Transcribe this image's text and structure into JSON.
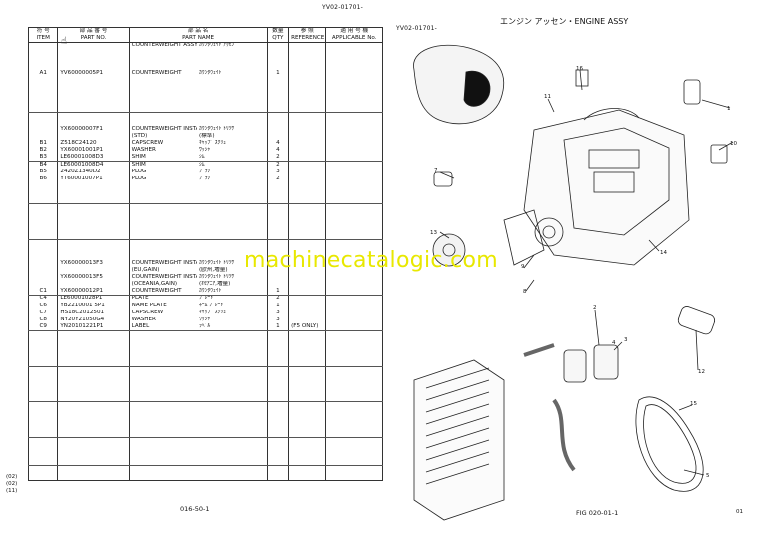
{
  "left_page": {
    "doc_code": "YV02-01701-",
    "headers": [
      {
        "jp": "符 号",
        "en": "ITEM"
      },
      {
        "jp": "部 品 番 号",
        "en": "PART NO."
      },
      {
        "jp": "部 品 名",
        "en": "PART NAME"
      },
      {
        "jp": "数量",
        "en": "QTY"
      },
      {
        "jp": "参 照",
        "en": "REFERENCE"
      },
      {
        "jp": "適 用 号 機",
        "en": "APPLICABLE No."
      }
    ],
    "rows": [
      {
        "item": "",
        "part": "",
        "name": "COUNTERWEIGHT ASSY",
        "jp": "ｶｳﾝﾀｳｪｲﾄ ｱｯｾﾝ",
        "qty": "",
        "ref": "",
        "app": ""
      },
      {
        "item": "",
        "part": "",
        "name": "",
        "jp": "",
        "qty": "",
        "ref": "",
        "app": ""
      },
      {
        "item": "",
        "part": "",
        "name": "",
        "jp": "",
        "qty": "",
        "ref": "",
        "app": ""
      },
      {
        "item": "",
        "part": "",
        "name": "",
        "jp": "",
        "qty": "",
        "ref": "",
        "app": ""
      },
      {
        "item": "A1",
        "part": "YV60000005P1",
        "name": "COUNTERWEIGHT",
        "jp": "ｶｳﾝﾀｳｪｲﾄ",
        "qty": "1",
        "ref": "",
        "app": ""
      },
      {
        "item": "",
        "part": "",
        "name": "",
        "jp": "",
        "qty": "",
        "ref": "",
        "app": ""
      },
      {
        "item": "",
        "part": "",
        "name": "",
        "jp": "",
        "qty": "",
        "ref": "",
        "app": ""
      },
      {
        "item": "",
        "part": "",
        "name": "",
        "jp": "",
        "qty": "",
        "ref": "",
        "app": ""
      },
      {
        "item": "",
        "part": "",
        "name": "",
        "jp": "",
        "qty": "",
        "ref": "",
        "app": ""
      },
      {
        "item": "",
        "part": "",
        "name": "",
        "jp": "",
        "qty": "",
        "ref": "",
        "app": "",
        "sep": true
      },
      {
        "item": "",
        "part": "",
        "name": "",
        "jp": "",
        "qty": "",
        "ref": "",
        "app": ""
      },
      {
        "item": "",
        "part": "",
        "name": "",
        "jp": "",
        "qty": "",
        "ref": "",
        "app": ""
      },
      {
        "item": "",
        "part": "YX60000007F1",
        "name": "COUNTERWEIGHT INSTAL",
        "jp": "ｶｳﾝﾀｳｪｲﾄ ﾄﾘﾂｹ",
        "qty": "",
        "ref": "",
        "app": ""
      },
      {
        "item": "",
        "part": "",
        "name": "(STD)",
        "jp": "(標準)",
        "qty": "",
        "ref": "",
        "app": ""
      },
      {
        "item": "B1",
        "part": "Z518C24120",
        "name": "CAPSCREW",
        "jp": "ｷｬｯﾌﾟ ｽｸﾘｭ",
        "qty": "4",
        "ref": "",
        "app": ""
      },
      {
        "item": "B2",
        "part": "YX60001001P1",
        "name": "WASHER",
        "jp": "ﾜｯｼｬ",
        "qty": "4",
        "ref": "",
        "app": ""
      },
      {
        "item": "B3",
        "part": "LE60001008D3",
        "name": "SHIM",
        "jp": "ｼﾑ",
        "qty": "2",
        "ref": "",
        "app": "",
        "sep": true
      },
      {
        "item": "B4",
        "part": "LE60001008D4",
        "name": "SHIM",
        "jp": "ｼﾑ",
        "qty": "2",
        "ref": "",
        "app": ""
      },
      {
        "item": "B5",
        "part": "2420Z1340D2",
        "name": "PLUG",
        "jp": "ﾌﾟﾗｸﾞ",
        "qty": "3",
        "ref": "",
        "app": ""
      },
      {
        "item": "B6",
        "part": "YT60001007P1",
        "name": "PLUG",
        "jp": "ﾌﾟﾗｸﾞ",
        "qty": "2",
        "ref": "",
        "app": ""
      },
      {
        "item": "",
        "part": "",
        "name": "",
        "jp": "",
        "qty": "",
        "ref": "",
        "app": ""
      },
      {
        "item": "",
        "part": "",
        "name": "",
        "jp": "",
        "qty": "",
        "ref": "",
        "app": ""
      },
      {
        "item": "",
        "part": "",
        "name": "",
        "jp": "",
        "qty": "",
        "ref": "",
        "app": "",
        "sep": true
      },
      {
        "item": "",
        "part": "",
        "name": "",
        "jp": "",
        "qty": "",
        "ref": "",
        "app": ""
      },
      {
        "item": "",
        "part": "",
        "name": "",
        "jp": "",
        "qty": "",
        "ref": "",
        "app": ""
      },
      {
        "item": "",
        "part": "",
        "name": "",
        "jp": "",
        "qty": "",
        "ref": "",
        "app": ""
      },
      {
        "item": "",
        "part": "",
        "name": "",
        "jp": "",
        "qty": "",
        "ref": "",
        "app": ""
      },
      {
        "item": "",
        "part": "",
        "name": "",
        "jp": "",
        "qty": "",
        "ref": "",
        "app": "",
        "sep": true
      },
      {
        "item": "",
        "part": "",
        "name": "",
        "jp": "",
        "qty": "",
        "ref": "",
        "app": ""
      },
      {
        "item": "",
        "part": "",
        "name": "",
        "jp": "",
        "qty": "",
        "ref": "",
        "app": ""
      },
      {
        "item": "",
        "part": "",
        "name": "",
        "jp": "",
        "qty": "",
        "ref": "",
        "app": ""
      },
      {
        "item": "",
        "part": "YX60000013F3",
        "name": "COUNTERWEIGHT INSTAL",
        "jp": "ｶｳﾝﾀｳｪｲﾄ ﾄﾘﾂｹ",
        "qty": "",
        "ref": "",
        "app": ""
      },
      {
        "item": "",
        "part": "",
        "name": "(EU,GAIN)",
        "jp": "(欧州,増量)",
        "qty": "",
        "ref": "",
        "app": ""
      },
      {
        "item": "",
        "part": "YX60000013F5",
        "name": "COUNTERWEIGHT INSTAL",
        "jp": "ｶｳﾝﾀｳｪｲﾄ ﾄﾘﾂｹ",
        "qty": "",
        "ref": "",
        "app": ""
      },
      {
        "item": "",
        "part": "",
        "name": "(OCEANIA,GAIN)",
        "jp": "(ｵｾｱﾆｱ,増量)",
        "qty": "",
        "ref": "",
        "app": ""
      },
      {
        "item": "C1",
        "part": "YX60000012P1",
        "name": "COUNTERWEIGHT",
        "jp": "ｶｳﾝﾀｳｪｲﾄ",
        "qty": "1",
        "ref": "",
        "app": "",
        "sep": true
      },
      {
        "item": "C4",
        "part": "LE60001028P1",
        "name": "PLATE",
        "jp": "ﾌﾟﾚｰﾄ",
        "qty": "2",
        "ref": "",
        "app": ""
      },
      {
        "item": "C6",
        "part": "YB2210001 5P1",
        "name": "NAME PLATE",
        "jp": "ﾈｰﾑ ﾌﾟﾚｰﾄ",
        "qty": "1",
        "ref": "",
        "app": ""
      },
      {
        "item": "C7",
        "part": "HS18C2012501",
        "name": "CAPSCREW",
        "jp": "ｷｬｯﾌﾟ ｽｸﾘｭ",
        "qty": "3",
        "ref": "",
        "app": ""
      },
      {
        "item": "C8",
        "part": "NY20Y21050G4",
        "name": "WASHER",
        "jp": "ﾜｯｼｬ",
        "qty": "3",
        "ref": "",
        "app": ""
      },
      {
        "item": "C9",
        "part": "YN20101221P1",
        "name": "LABEL",
        "jp": "ﾗﾍﾞﾙ",
        "qty": "1",
        "ref": "(F5 ONLY)",
        "app": "",
        "sep": true
      },
      {
        "item": "",
        "part": "",
        "name": "",
        "jp": "",
        "qty": "",
        "ref": "",
        "app": ""
      },
      {
        "item": "",
        "part": "",
        "name": "",
        "jp": "",
        "qty": "",
        "ref": "",
        "app": ""
      },
      {
        "item": "",
        "part": "",
        "name": "",
        "jp": "",
        "qty": "",
        "ref": "",
        "app": ""
      },
      {
        "item": "",
        "part": "",
        "name": "",
        "jp": "",
        "qty": "",
        "ref": "",
        "app": ""
      },
      {
        "item": "",
        "part": "",
        "name": "",
        "jp": "",
        "qty": "",
        "ref": "",
        "app": "",
        "sep": true
      },
      {
        "item": "",
        "part": "",
        "name": "",
        "jp": "",
        "qty": "",
        "ref": "",
        "app": ""
      },
      {
        "item": "",
        "part": "",
        "name": "",
        "jp": "",
        "qty": "",
        "ref": "",
        "app": ""
      },
      {
        "item": "",
        "part": "",
        "name": "",
        "jp": "",
        "qty": "",
        "ref": "",
        "app": ""
      },
      {
        "item": "",
        "part": "",
        "name": "",
        "jp": "",
        "qty": "",
        "ref": "",
        "app": ""
      },
      {
        "item": "",
        "part": "",
        "name": "",
        "jp": "",
        "qty": "",
        "ref": "",
        "app": "",
        "sep": true
      },
      {
        "item": "",
        "part": "",
        "name": "",
        "jp": "",
        "qty": "",
        "ref": "",
        "app": ""
      },
      {
        "item": "",
        "part": "",
        "name": "",
        "jp": "",
        "qty": "",
        "ref": "",
        "app": ""
      },
      {
        "item": "",
        "part": "",
        "name": "",
        "jp": "",
        "qty": "",
        "ref": "",
        "app": ""
      },
      {
        "item": "",
        "part": "",
        "name": "",
        "jp": "",
        "qty": "",
        "ref": "",
        "app": ""
      },
      {
        "item": "",
        "part": "",
        "name": "",
        "jp": "",
        "qty": "",
        "ref": "",
        "app": "",
        "sep": true
      },
      {
        "item": "",
        "part": "",
        "name": "",
        "jp": "",
        "qty": "",
        "ref": "",
        "app": ""
      },
      {
        "item": "",
        "part": "",
        "name": "",
        "jp": "",
        "qty": "",
        "ref": "",
        "app": ""
      },
      {
        "item": "",
        "part": "",
        "name": "",
        "jp": "",
        "qty": "",
        "ref": "",
        "app": ""
      },
      {
        "item": "",
        "part": "",
        "name": "",
        "jp": "",
        "qty": "",
        "ref": "",
        "app": "",
        "sep": true
      },
      {
        "item": "",
        "part": "",
        "name": "",
        "jp": "",
        "qty": "",
        "ref": "",
        "app": ""
      },
      {
        "item": "",
        "part": "",
        "name": "",
        "jp": "",
        "qty": "",
        "ref": "",
        "app": "",
        "end": true
      }
    ],
    "side_ids": [
      "(02)",
      "(02)",
      "(11)"
    ],
    "page_number": "016-50-1"
  },
  "right_page": {
    "title": "エンジン アッセン・ENGINE ASSY",
    "doc_code": "YV02-01701-",
    "callouts": [
      "16",
      "11",
      "1",
      "10",
      "7",
      "13",
      "9",
      "8",
      "14",
      "2",
      "3",
      "12",
      "4",
      "15",
      "5"
    ],
    "fig_label": "FIG 020-01-1",
    "page_number": "01"
  },
  "watermark": "machinecatalogic.com"
}
